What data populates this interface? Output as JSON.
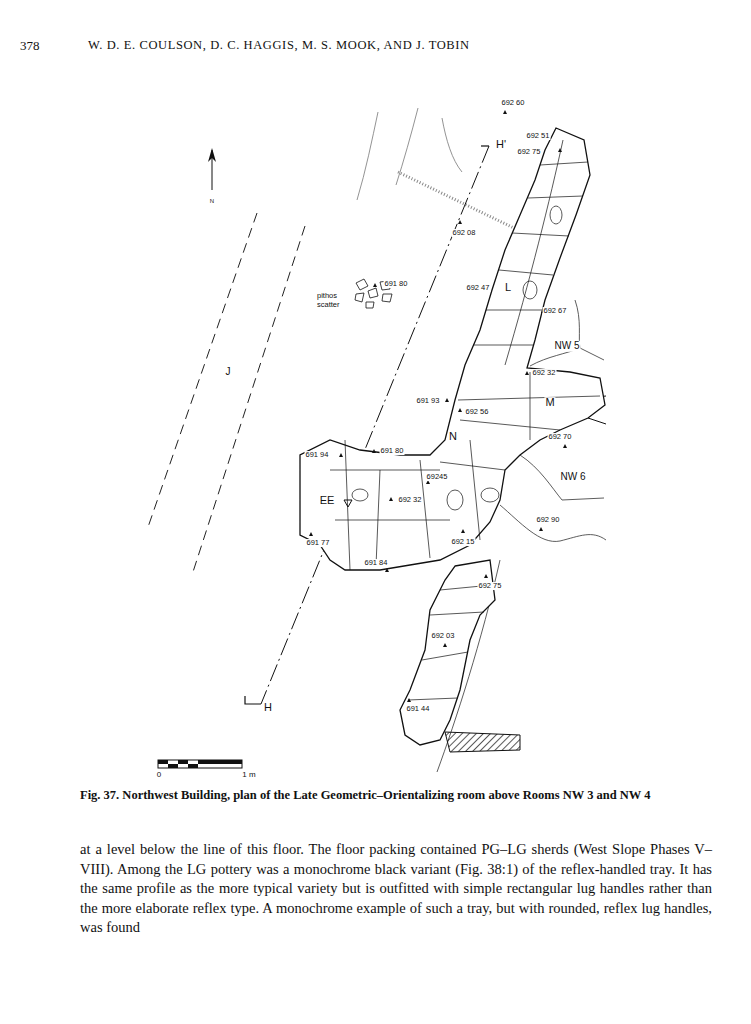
{
  "diagram": {
    "caption": "Fig. 37. Northwest Building, plan of the Late Geometric–Orientalizing room above Rooms NW 3 and NW 4",
    "labels": [
      "378",
      "W. D. E. COULSON, D. C. HAGGIS, M. S. MOOK, AND J. TOBIN",
      "692 60",
      "H'",
      "692 51",
      "692 75",
      "692 08",
      "691 80",
      "pithos scatter",
      "692 47",
      "L",
      "692 67",
      "NW 5",
      "692 32",
      "M",
      "691 93",
      "692 56",
      "N",
      "692 70",
      "NW 6",
      "691 94",
      "691 80",
      "69245",
      "EE",
      "692 32",
      "692 90",
      "691 77",
      "692 15",
      "691 84",
      "692 75",
      "692 03",
      "691 44",
      "H",
      "J",
      "N",
      "0",
      "1 m",
      "at a level below the line of this floor. The floor packing contained PG–LG sherds (West Slope Phases V–VIII). Among the LG pottery was a monochrome black variant (Fig. 38:1) of the reflex-handled tray. It has the same profile as the more typical variety but is outfitted with simple rectangular lug handles rather than the more elaborate reflex type. A monochrome example of such a tray, but with rounded, reflex lug handles, was found"
    ]
  }
}
